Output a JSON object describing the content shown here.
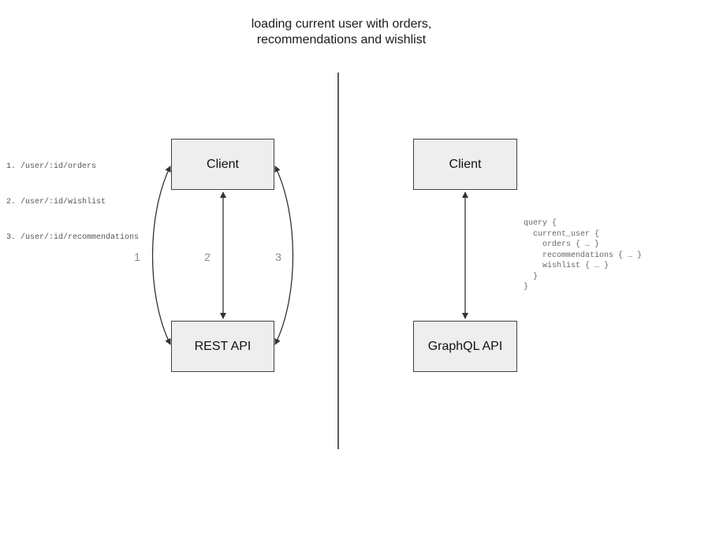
{
  "title": {
    "line1": "loading current user with orders,",
    "line2": "recommendations and wishlist"
  },
  "rest_panel": {
    "client_label": "Client",
    "api_label": "REST API",
    "endpoints": [
      "1. /user/:id/orders",
      "2. /user/:id/wishlist",
      "3. /user/:id/recommendations"
    ],
    "arrow_labels": [
      "1",
      "2",
      "3"
    ]
  },
  "graphql_panel": {
    "client_label": "Client",
    "api_label": "GraphQL API",
    "query": "query {\n  current_user {\n    orders { … }\n    recommendations { … }\n    wishlist { … }\n  }\n}"
  },
  "colors": {
    "box_fill": "#eeeeee",
    "box_border": "#424242",
    "arrow": "#333333",
    "label_gray": "#8a8a8a",
    "code_gray": "#666666",
    "divider": "#5a5a5a",
    "title_color": "#1a1a1a"
  }
}
